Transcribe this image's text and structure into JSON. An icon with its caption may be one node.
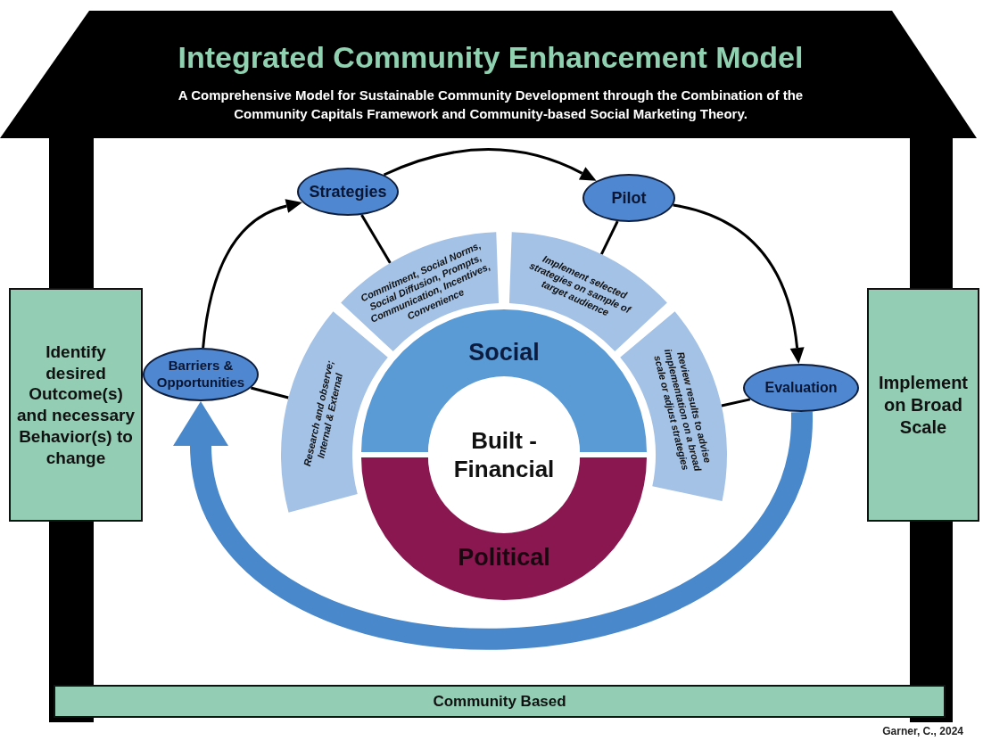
{
  "diagram": {
    "title": "Integrated Community Enhancement Model",
    "nodes": [
      {
        "text": [
          "Identify desired Outcome(s) and necessary Behavior(s) to change"
        ]
      },
      {
        "text": [
          "Barriers & Opportunities"
        ]
      },
      {
        "text": [
          "Research and observe; Internal & External"
        ]
      },
      {
        "text": [
          "Strategies"
        ]
      },
      {
        "text": [
          "Commitment, Social Norms, Social Diffusion, Prompts, Communication, Incentives, Convenience"
        ]
      },
      {
        "text": [
          "Pilot"
        ]
      },
      {
        "text": [
          "Implement selected strategies on sample of target audience"
        ]
      },
      {
        "text": [
          "Evaluation"
        ]
      },
      {
        "text": [
          "Review results to advise implementation on a broad scale or adjust strategies"
        ]
      },
      {
        "text": [
          "Social"
        ]
      },
      {
        "text": [
          "Political"
        ]
      },
      {
        "text": [
          "Built - Financial"
        ]
      },
      {
        "text": [
          "Implement on Broad Scale"
        ]
      },
      {
        "text": [
          "Community Based"
        ]
      }
    ],
    "edges": [
      {
        "from": 1,
        "to": 3,
        "arrow": "to"
      },
      {
        "from": 3,
        "to": 5,
        "arrow": "to"
      },
      {
        "from": 5,
        "to": 7,
        "arrow": "to"
      },
      {
        "from": 1,
        "to": 2,
        "arrow": "none"
      },
      {
        "from": 3,
        "to": 4,
        "arrow": "none"
      },
      {
        "from": 5,
        "to": 6,
        "arrow": "none"
      },
      {
        "from": 7,
        "to": 8,
        "arrow": "none"
      },
      {
        "from": 7,
        "to": 1,
        "arrow": "to",
        "style": "thick",
        "color": "#4a88cc"
      }
    ],
    "labels": [
      "A Comprehensive Model for Sustainable Community Development through the Combination of the Community Capitals Framework and Community-based Social Marketing Theory.",
      "Garner, C., 2024"
    ]
  }
}
